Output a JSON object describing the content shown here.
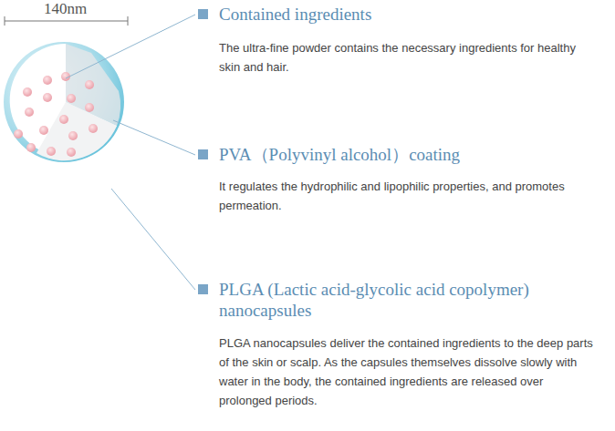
{
  "diagram": {
    "labels": [
      "140nm",
      "Contained ingredients",
      "The ultra-fine powder contains the necessary ingredients for healthy skin and hair.",
      "PVA（Polyvinyl alcohol）coating",
      "It regulates the hydrophilic and lipophilic properties, and promotes permeation.",
      "PLGA (Lactic acid-glycolic acid copolymer) nanocapsules",
      "PLGA nanocapsules deliver the contained ingredients to the deep parts of the skin or scalp. As the capsules themselves dissolve slowly with water in the body, the contained ingredients are released over prolonged periods."
    ]
  }
}
